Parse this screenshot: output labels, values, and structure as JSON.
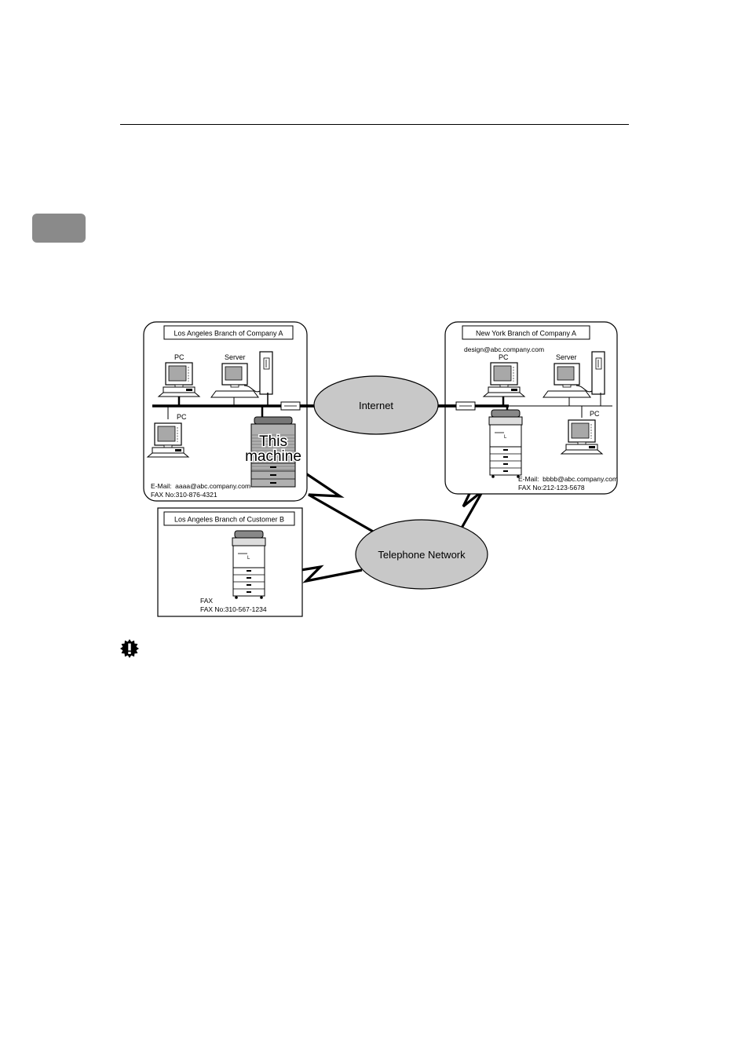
{
  "diagram": {
    "la_company_a": {
      "title": "Los Angeles Branch of Company A",
      "pc_label_1": "PC",
      "server_label": "Server",
      "pc_label_2": "PC",
      "machine_label_line1": "This",
      "machine_label_line2": "machine",
      "email_line": "E-Mail:  aaaa@abc.company.com",
      "fax_line": "FAX No:310-876-4321"
    },
    "ny_company_a": {
      "title": "New York Branch of Company A",
      "email_top": "design@abc.company.com",
      "pc_label_1": "PC",
      "server_label": "Server",
      "pc_label_2": "PC",
      "email_line": "E-Mail:  bbbb@abc.company.com",
      "fax_line": "FAX No:212-123-5678"
    },
    "la_customer_b": {
      "title": "Los Angeles Branch of Customer B",
      "fax_label": "FAX",
      "fax_line": "FAX No:310-567-1234"
    },
    "internet_label": "Internet",
    "telephone_label": "Telephone Network"
  },
  "colors": {
    "cloud_fill": "#c8c8c8",
    "tab_fill": "#8a8a8a",
    "machine_gray": "#9a9a9a"
  }
}
